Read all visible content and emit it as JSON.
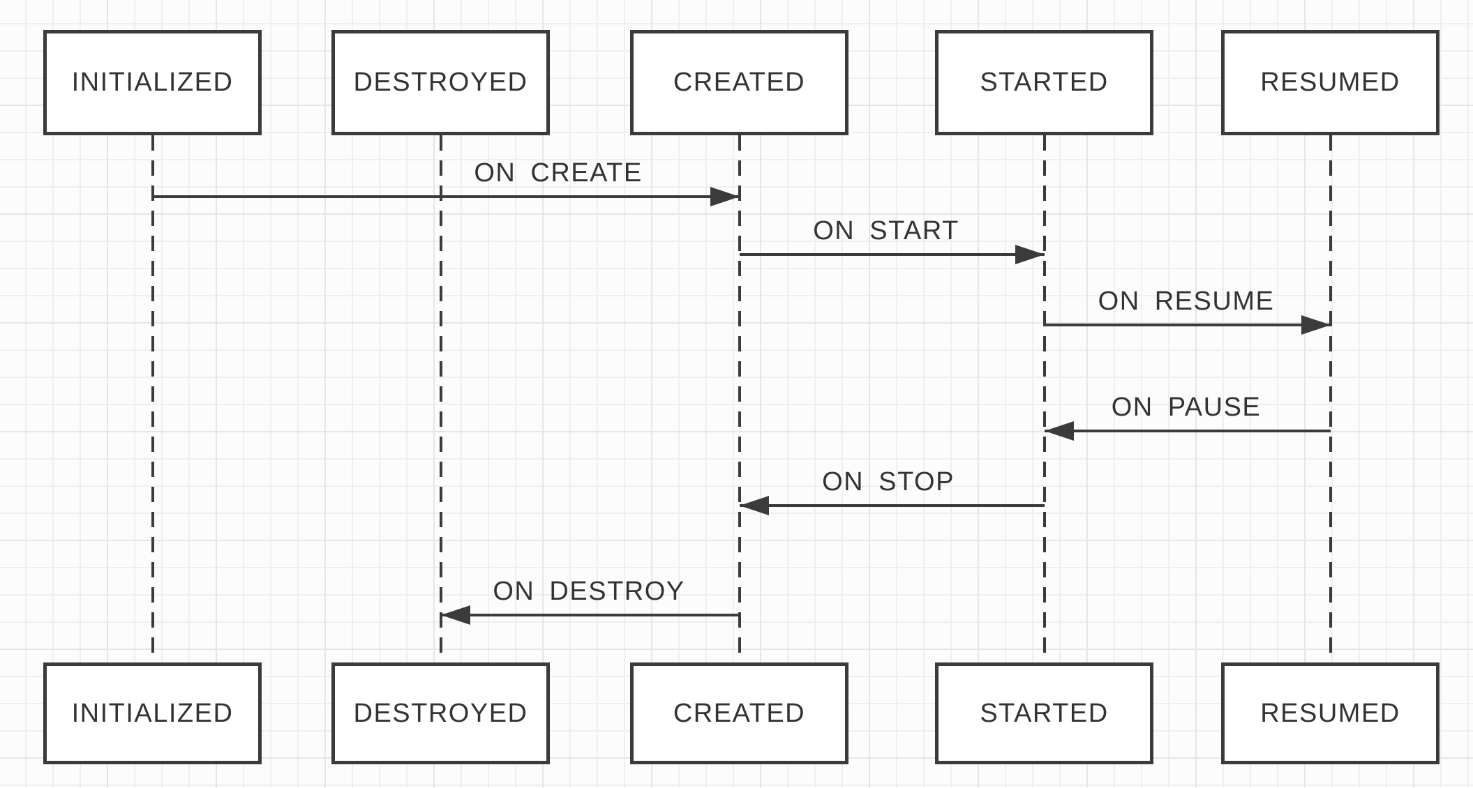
{
  "diagram": {
    "type": "sequence",
    "lanes": [
      {
        "label": "INITIALIZED"
      },
      {
        "label": "DESTROYED"
      },
      {
        "label": "CREATED"
      },
      {
        "label": "STARTED"
      },
      {
        "label": "RESUMED"
      }
    ],
    "messages": [
      {
        "label": "ON CREATE",
        "from": "INITIALIZED",
        "to": "CREATED",
        "direction": "right"
      },
      {
        "label": "ON START",
        "from": "CREATED",
        "to": "STARTED",
        "direction": "right"
      },
      {
        "label": "ON RESUME",
        "from": "STARTED",
        "to": "RESUMED",
        "direction": "right"
      },
      {
        "label": "ON PAUSE",
        "from": "RESUMED",
        "to": "STARTED",
        "direction": "left"
      },
      {
        "label": "ON STOP",
        "from": "STARTED",
        "to": "CREATED",
        "direction": "left"
      },
      {
        "label": "ON DESTROY",
        "from": "CREATED",
        "to": "DESTROYED",
        "direction": "left"
      }
    ]
  },
  "colors": {
    "line": "#3b3b3b",
    "text": "#333333",
    "box-fill": "#ffffff",
    "bg": "#fcfcfc",
    "grid-minor": "#efefef",
    "grid-major": "#e6e6e6"
  }
}
